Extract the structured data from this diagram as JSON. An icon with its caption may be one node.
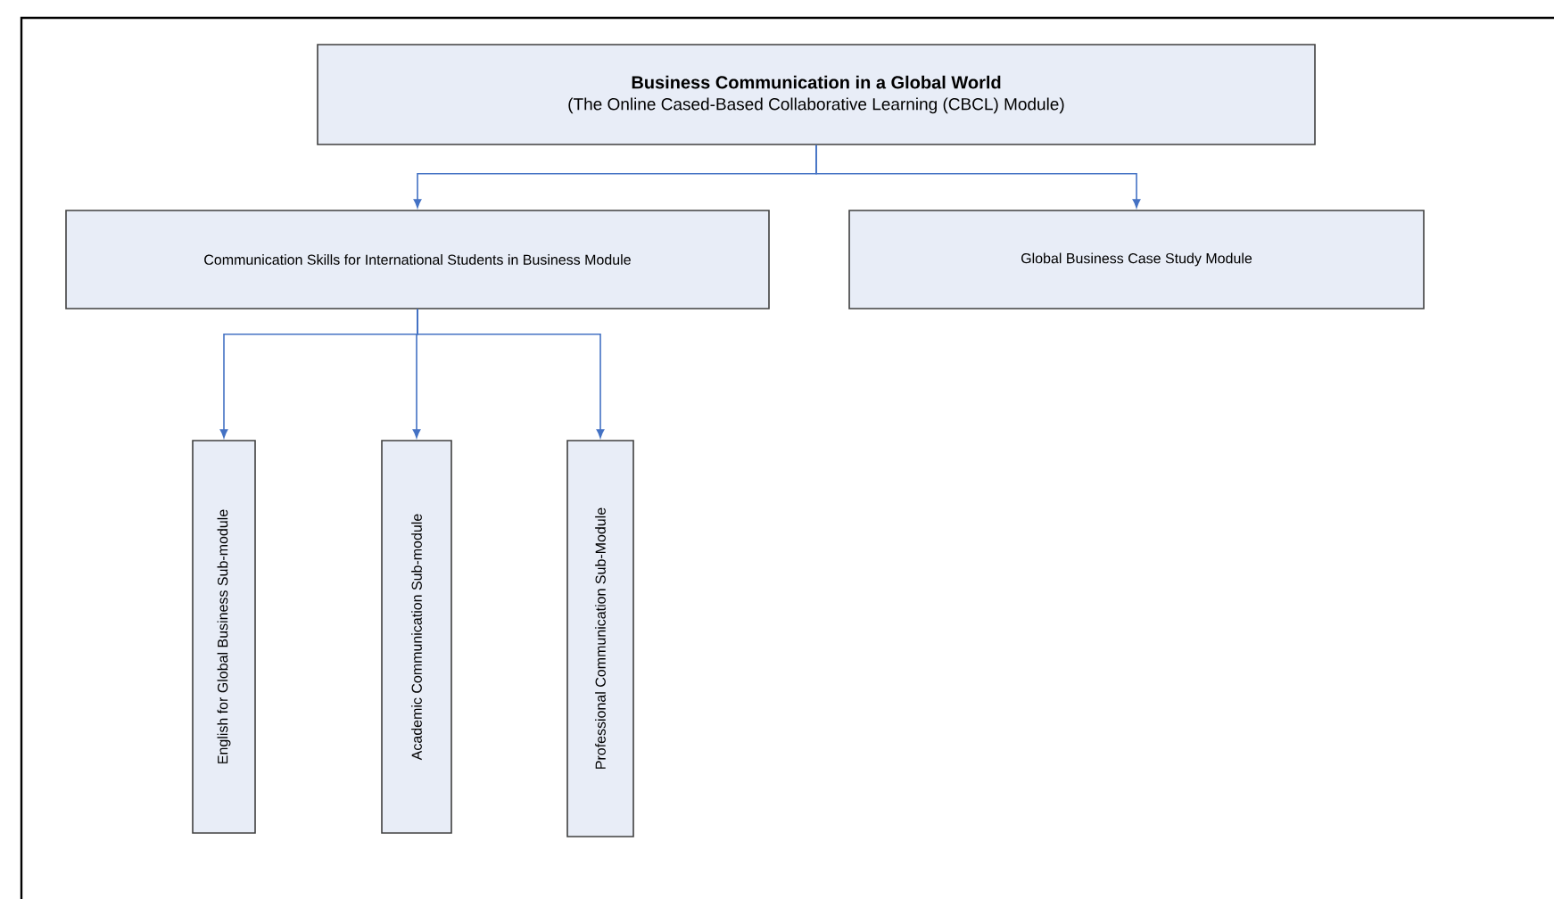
{
  "diagram": {
    "nodes": [
      {
        "text": [
          "Business Communication in a Global World",
          "(The Online Cased-Based Collaborative Learning (CBCL) Module)"
        ]
      },
      {
        "text": [
          "Communication Skills for International Students in Business Module"
        ]
      },
      {
        "text": [
          "Global Business Case Study Module"
        ]
      },
      {
        "text": [
          "English for Global Business Sub-module"
        ]
      },
      {
        "text": [
          "Academic Communication Sub-module"
        ]
      },
      {
        "text": [
          "Professional Communication Sub-Module"
        ]
      }
    ],
    "edges": [
      {
        "from": 0,
        "to": 1,
        "arrow": "to"
      },
      {
        "from": 0,
        "to": 2,
        "arrow": "to"
      },
      {
        "from": 1,
        "to": 3,
        "arrow": "to"
      },
      {
        "from": 1,
        "to": 4,
        "arrow": "to"
      },
      {
        "from": 1,
        "to": 5,
        "arrow": "to"
      }
    ]
  }
}
